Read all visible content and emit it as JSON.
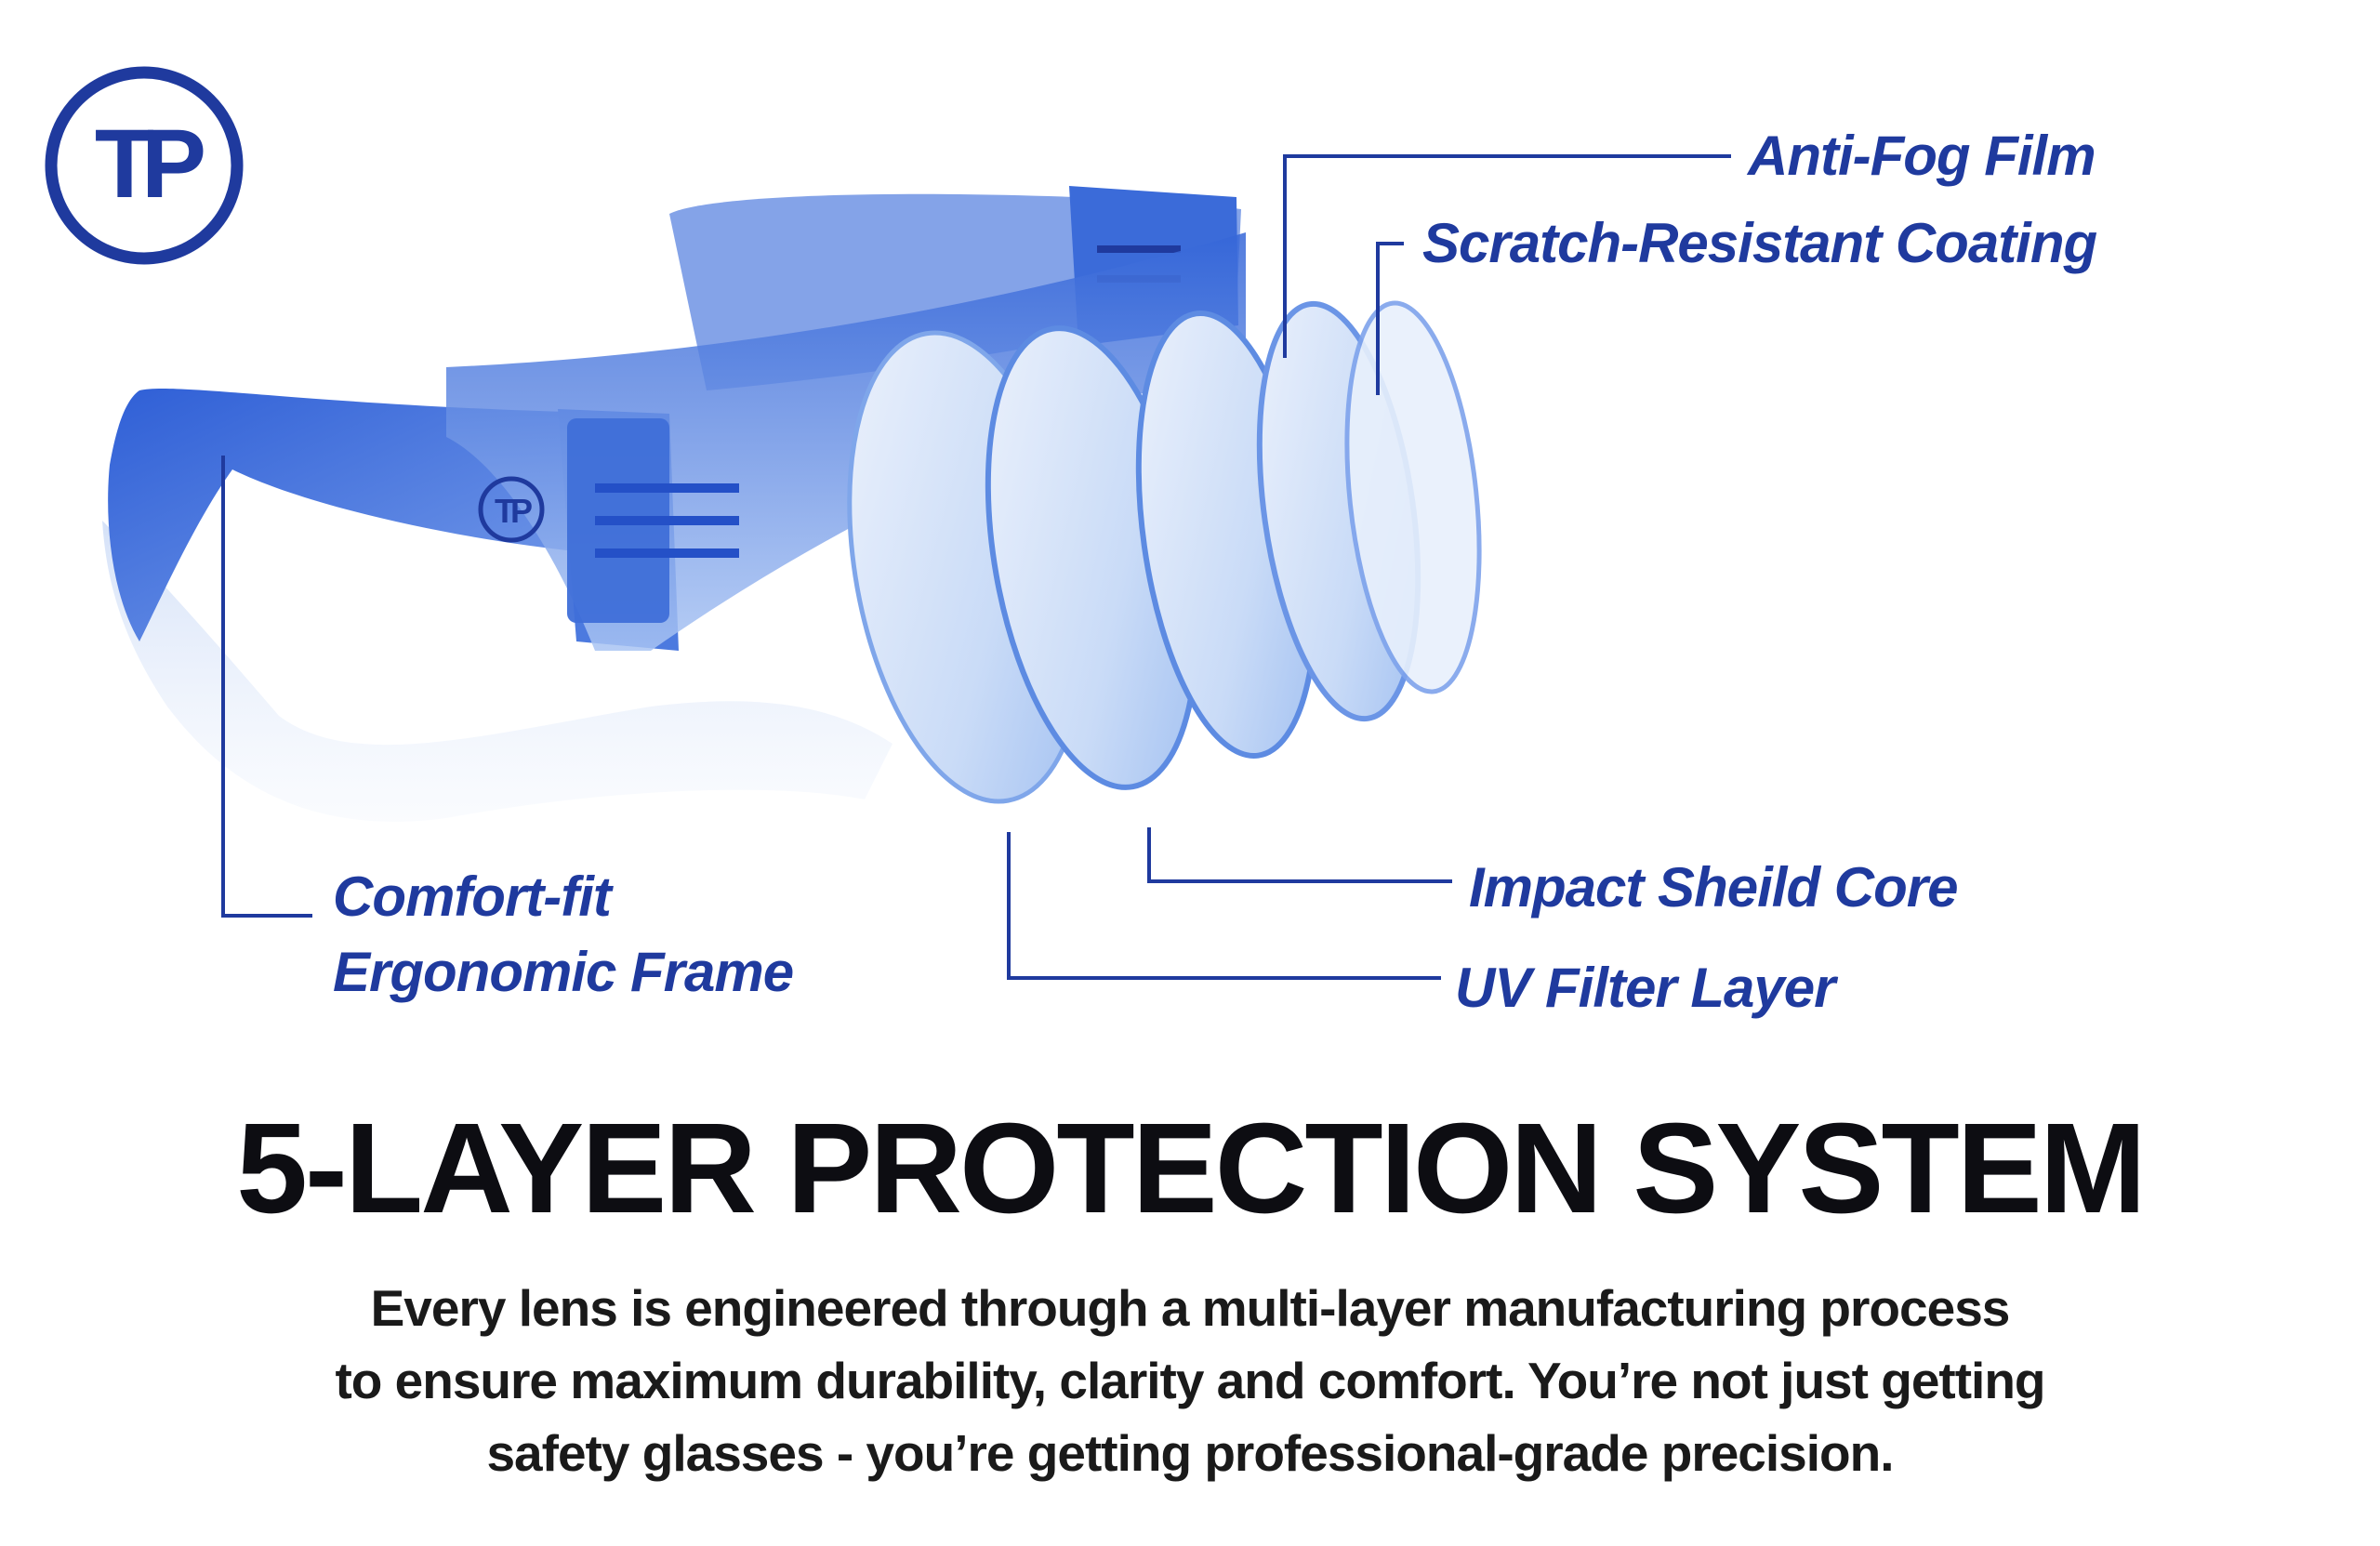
{
  "brand": {
    "logo_text": "TP",
    "color": "#1f3a9e"
  },
  "callouts": {
    "anti_fog": "Anti-Fog Film",
    "scratch": "Scratch-Resistant Coating",
    "impact": "Impact Sheild Core",
    "uv": "UV Filter Layer",
    "comfort_line1": "Comfort-fit",
    "comfort_line2": "Ergonomic Frame"
  },
  "headline": "5-LAYER PROTECTION SYSTEM",
  "description": {
    "line1": "Every lens is engineered through a multi-layer manufacturing process",
    "line2": "to ensure maximum durability, clarity and comfort. You’re not just getting",
    "line3": "safety glasses - you’re getting professional-grade precision."
  },
  "colors": {
    "accent": "#1f3a9e",
    "frame": "#3f6fd8",
    "lens": "#9ec0f2",
    "text": "#0d0d12"
  }
}
